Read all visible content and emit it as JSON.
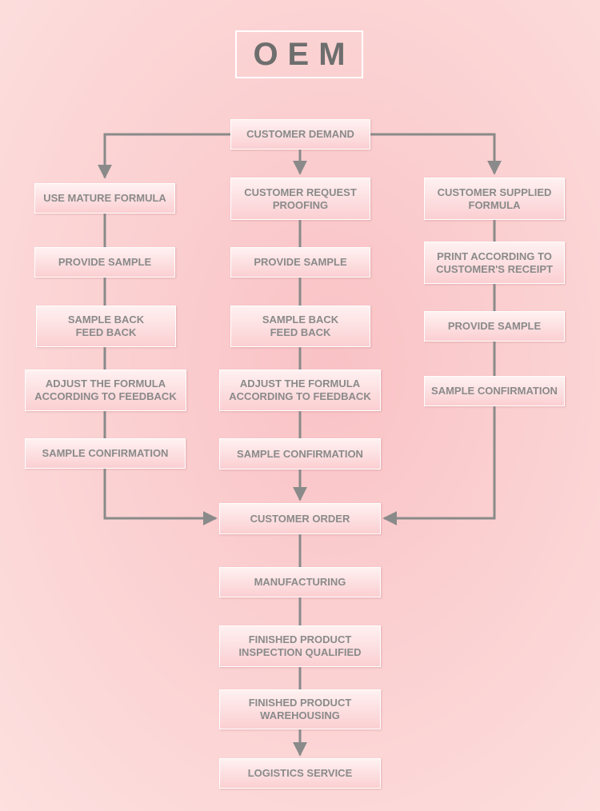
{
  "title": "OEM",
  "colors": {
    "connector": "#8a8a8a",
    "box_text": "#8a8a8a",
    "title_text": "#6e6e6e"
  },
  "nodes": {
    "customer_demand": "CUSTOMER DEMAND",
    "use_mature_formula": "USE MATURE FORMULA",
    "customer_request_proofing": "CUSTOMER REQUEST\nPROOFING",
    "customer_supplied_formula": "CUSTOMER SUPPLIED\nFORMULA",
    "left_provide_sample": "PROVIDE SAMPLE",
    "middle_provide_sample": "PROVIDE SAMPLE",
    "print_according": "PRINT ACCORDING TO\nCUSTOMER'S RECEIPT",
    "left_sample_feedback": "SAMPLE BACK\nFEED BACK",
    "middle_sample_feedback": "SAMPLE BACK\nFEED BACK",
    "right_provide_sample": "PROVIDE SAMPLE",
    "left_adjust_formula": "ADJUST THE FORMULA\nACCORDING TO FEEDBACK",
    "middle_adjust_formula": "ADJUST THE FORMULA\nACCORDING TO FEEDBACK",
    "right_sample_confirmation": "SAMPLE CONFIRMATION",
    "left_sample_confirmation": "SAMPLE CONFIRMATION",
    "middle_sample_confirmation": "SAMPLE CONFIRMATION",
    "customer_order": "CUSTOMER ORDER",
    "manufacturing": "MANUFACTURING",
    "finished_inspection": "FINISHED PRODUCT\nINSPECTION QUALIFIED",
    "finished_warehousing": "FINISHED PRODUCT\nWAREHOUSING",
    "logistics_service": "LOGISTICS SERVICE"
  }
}
